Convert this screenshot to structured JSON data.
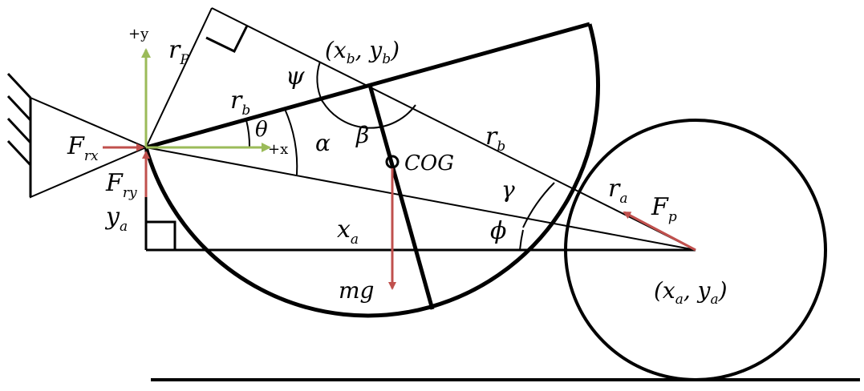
{
  "diagram": {
    "colors": {
      "stroke": "#000000",
      "force_arrow": "#C0504D",
      "axis_arrow": "#9BBB59",
      "background": "#ffffff"
    },
    "labels": {
      "r_p": "r",
      "r_p_sub": "P",
      "plus_y": "+y",
      "plus_x": "+x",
      "r_b_left": "r",
      "r_b_left_sub": "b",
      "r_b_right": "r",
      "r_b_right_sub": "b",
      "r_a": "r",
      "r_a_sub": "a",
      "xb_yb": "(x",
      "xb_sub": "b",
      "xb_comma": ", y",
      "yb_sub": "b",
      "xb_close": ")",
      "psi": "ψ",
      "theta": "θ",
      "alpha": "α",
      "beta": "β",
      "gamma": "γ",
      "phi": "ϕ",
      "cog": "COG",
      "f_rx": "F",
      "f_rx_sub": "rx",
      "f_ry": "F",
      "f_ry_sub": "ry",
      "y_a": "y",
      "y_a_sub": "a",
      "x_a": "x",
      "x_a_sub": "a",
      "f_p": "F",
      "f_p_sub": "p",
      "mg": "mg",
      "xa_ya": "(x",
      "xa_sub": "a",
      "xa_comma": ", y",
      "ya_sub": "a",
      "xa_close": ")"
    }
  }
}
